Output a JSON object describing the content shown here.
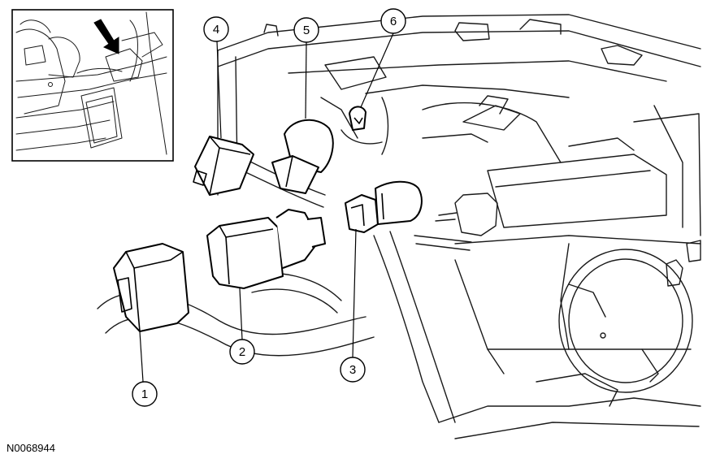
{
  "figure_id": "N0068944",
  "callouts": [
    {
      "number": "1"
    },
    {
      "number": "2"
    },
    {
      "number": "3"
    },
    {
      "number": "4"
    },
    {
      "number": "5"
    },
    {
      "number": "6"
    }
  ]
}
